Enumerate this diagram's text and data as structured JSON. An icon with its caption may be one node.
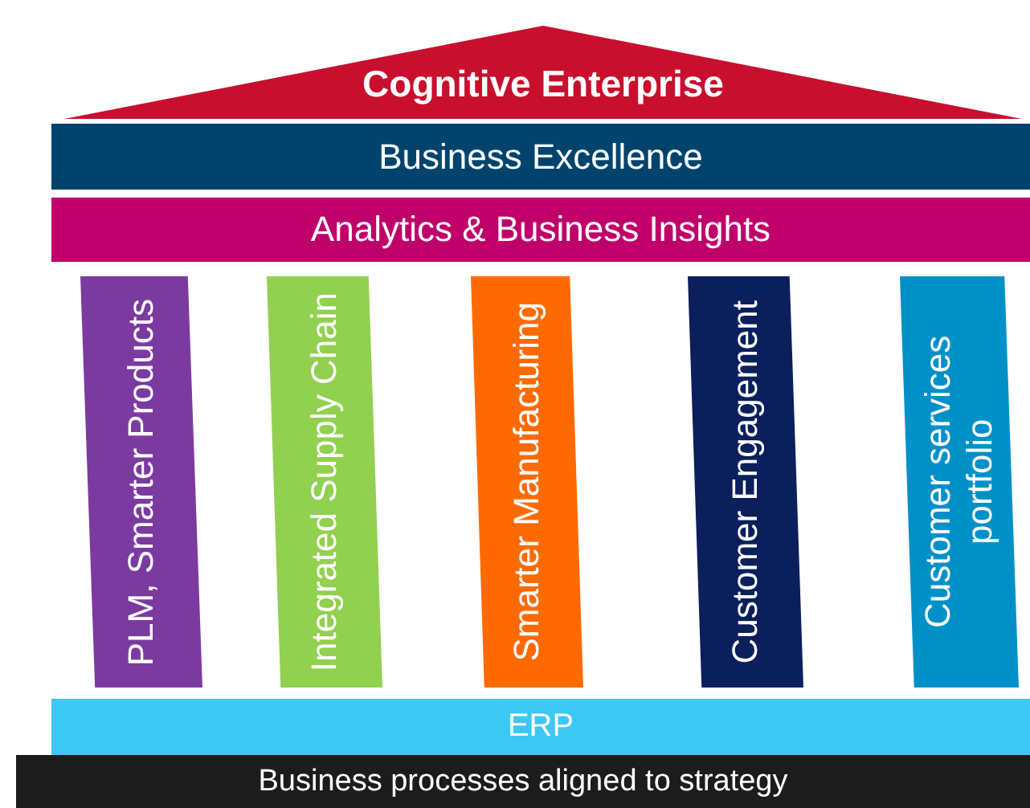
{
  "diagram": {
    "nodes": [
      {
        "text": [
          "Cognitive Enterprise"
        ]
      },
      {
        "text": [
          "Business Excellence"
        ]
      },
      {
        "text": [
          "Analytics & Business Insights"
        ]
      },
      {
        "text": [
          "PLM, Smarter Products"
        ]
      },
      {
        "text": [
          "Integrated Supply Chain"
        ]
      },
      {
        "text": [
          "Smarter Manufacturing"
        ]
      },
      {
        "text": [
          "Customer Engagement"
        ]
      },
      {
        "text": [
          "Customer services portfolio"
        ]
      },
      {
        "text": [
          "ERP"
        ]
      },
      {
        "text": [
          "Business processes aligned to strategy"
        ]
      }
    ],
    "edges": []
  }
}
